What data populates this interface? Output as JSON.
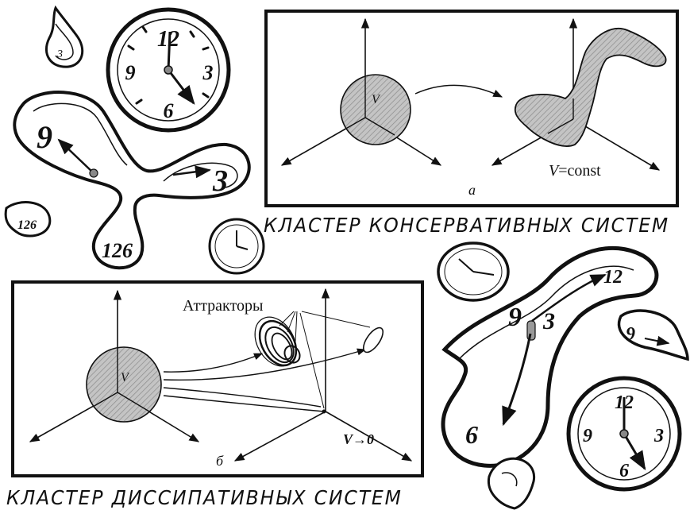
{
  "panel_a": {
    "letter": "a",
    "volume_symbol": "V",
    "invariant_label_var": "V",
    "invariant_label_rest": "=const",
    "caption": "КЛАСТЕР КОНСЕРВАТИВНЫХ СИСТЕМ"
  },
  "panel_b": {
    "letter": "б",
    "volume_symbol": "V",
    "attractors_label": "Аттракторы",
    "limit_label": "V→0",
    "caption": "КЛАСТЕР ДИССИПАТИВНЫХ СИСТЕМ"
  },
  "clocks": {
    "n12": "12",
    "n3": "3",
    "n6": "6",
    "n9": "9",
    "n126": "126"
  },
  "colors": {
    "ink": "#111111",
    "hatch_fill": "#bdbdbd",
    "paper": "#ffffff"
  }
}
